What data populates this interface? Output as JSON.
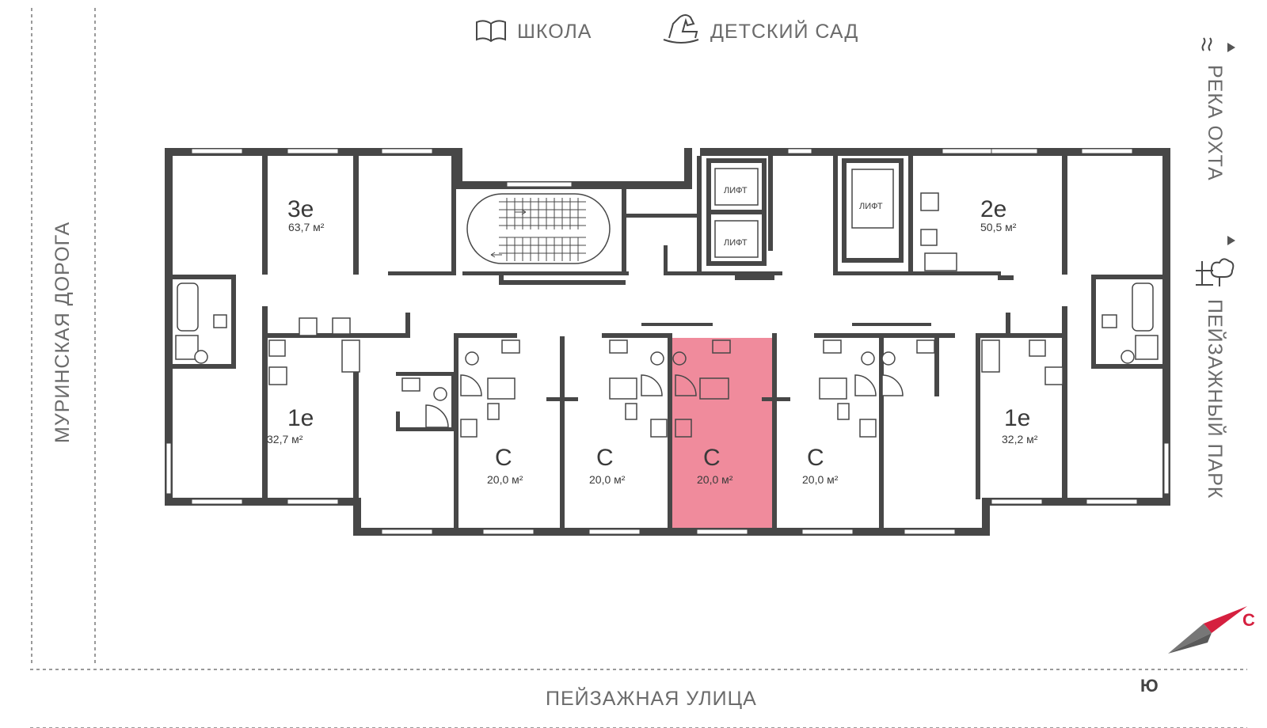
{
  "top_labels": {
    "school": "ШКОЛА",
    "kindergarten": "ДЕТСКИЙ САД"
  },
  "side_labels": {
    "left_road": "МУРИНСКАЯ ДОРОГА",
    "river": "РЕКА ОХТА",
    "park": "ПЕЙЗАЖНЫЙ ПАРК"
  },
  "bottom_label": "ПЕЙЗАЖНАЯ УЛИЦА",
  "compass": {
    "north": "С",
    "south": "Ю",
    "north_color": "#d5203f"
  },
  "elevators": {
    "label": "ЛИФТ"
  },
  "highlight_color": "#f08b9c",
  "apartments": [
    {
      "type": "3е",
      "area": "63,7 м²"
    },
    {
      "type": "2е",
      "area": "50,5 м²"
    },
    {
      "type": "1е",
      "area": "32,7 м²"
    },
    {
      "type": "1е",
      "area": "32,2 м²"
    },
    {
      "type": "С",
      "area": "20,0 м²"
    },
    {
      "type": "С",
      "area": "20,0 м²"
    },
    {
      "type": "С",
      "area": "20,0 м²",
      "selected": true
    },
    {
      "type": "С",
      "area": "20,0 м²"
    }
  ]
}
